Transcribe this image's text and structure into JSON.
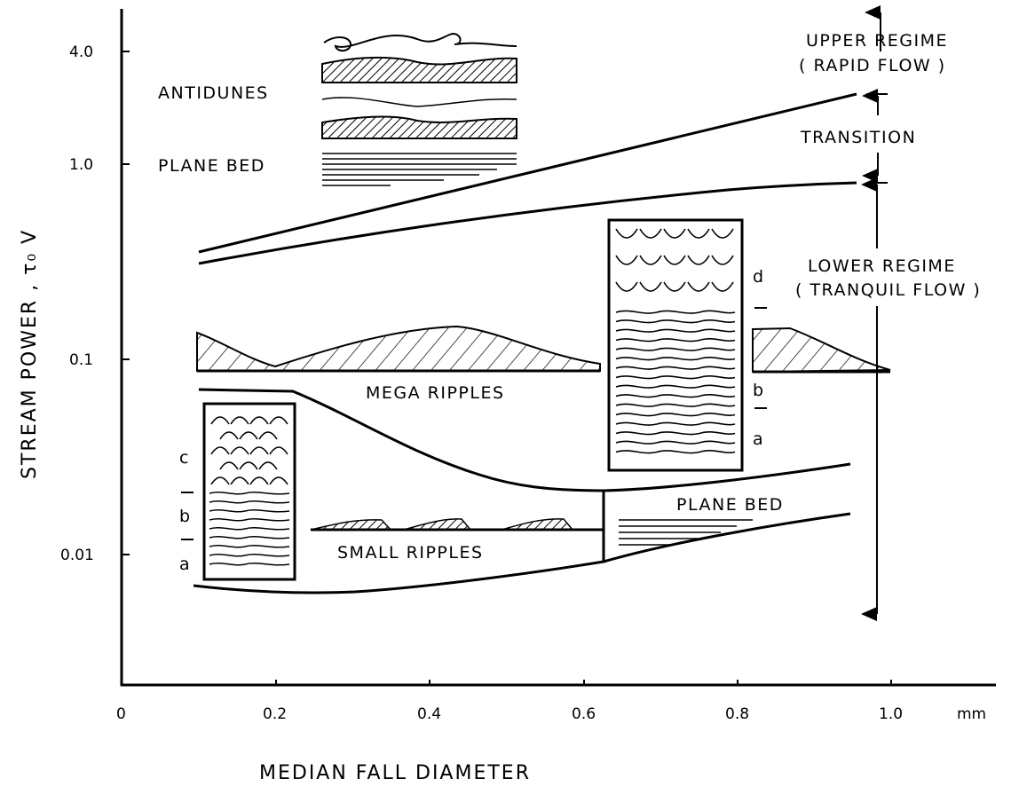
{
  "axes": {
    "x_title": "MEDIAN  FALL  DIAMETER",
    "y_title": "STREAM  POWER , τ₀ V",
    "x_unit": "mm",
    "x_ticks": [
      "0",
      "0.2",
      "0.4",
      "0.6",
      "0.8",
      "1.0"
    ],
    "y_ticks": [
      "4.0",
      "1.0",
      "0.1",
      "0.01"
    ]
  },
  "regimes": {
    "upper_line1": "UPPER  REGIME",
    "upper_line2": "( RAPID  FLOW )",
    "transition": "TRANSITION",
    "lower_line1": "LOWER  REGIME",
    "lower_line2": "( TRANQUIL  FLOW )"
  },
  "fields": {
    "antidunes": "ANTIDUNES",
    "plane_bed_upper": "PLANE  BED",
    "mega_ripples": "MEGA  RIPPLES",
    "small_ripples": "SMALL  RIPPLES",
    "plane_bed_lower": "PLANE  BED"
  },
  "inset_left_letters": [
    "c",
    "b",
    "a"
  ],
  "inset_right_letters": [
    "d",
    "b",
    "a"
  ]
}
